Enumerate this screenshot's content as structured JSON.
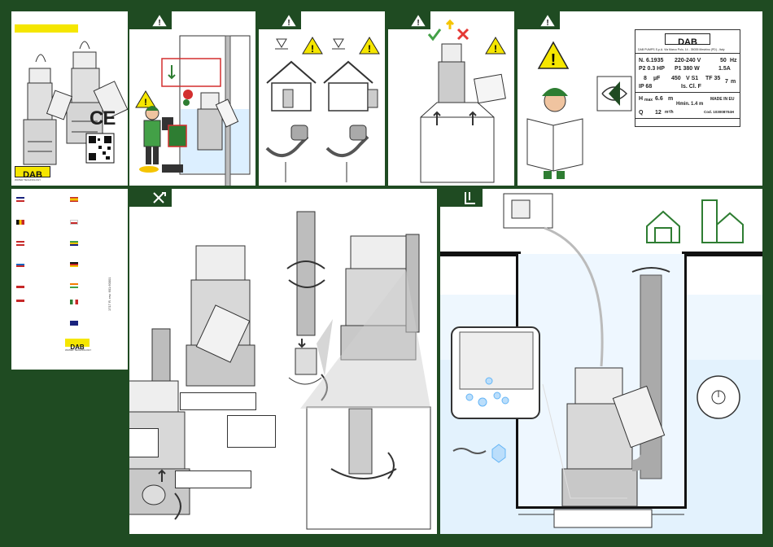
{
  "brand": {
    "logo": "DAB",
    "tagline": "WATER TECHNOLOGY",
    "ce_mark": "CE",
    "accent_yellow": "#f5e600",
    "frame_green": "#1f4b22"
  },
  "icons": {
    "warning": "warning-triangle-icon",
    "tools": "tools-icon",
    "install": "install-icon"
  },
  "languages_panel": {
    "code": "1717 R. rev. 601.60001"
  },
  "nameplate": {
    "brand": "DAB",
    "maker_line": "DAB PUMPS S.p.A. Via Marco Polo, 14 - 35035 Mestrino (PD) - Italy",
    "model": "N. 6.1935",
    "voltage": "220-240 V",
    "freq": "50",
    "freq_unit": "Hz",
    "p2": "P2  0.3 HP",
    "p1": "P1  380 W",
    "current": "1.5A",
    "cap": "8",
    "cap_unit": "µF",
    "cap_v": "450",
    "duty": "V  S1",
    "tf": "TF 35",
    "ip": "IP 68",
    "ins": "Is. Cl. F",
    "depth": "7",
    "depth_unit": "m",
    "hmax_label": "H",
    "hmax_sub": "max",
    "hmax_val": "6.6",
    "hmax_unit": "m",
    "hmin_label": "Hmin.",
    "hmin_val": "1.4",
    "hmin_unit": "m",
    "made_in": "MADE IN EU",
    "q_label": "Q",
    "q_val": "12",
    "q_unit": "m³/h",
    "code": "Cod. 103008704H"
  }
}
